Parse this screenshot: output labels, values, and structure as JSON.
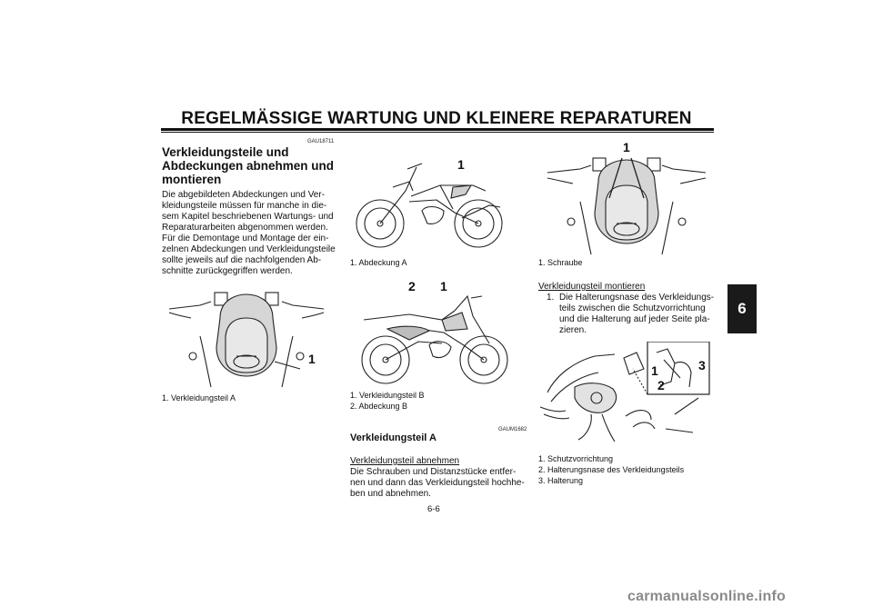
{
  "header": {
    "title": "REGELMÄSSIGE WARTUNG UND KLEINERE REPARATUREN"
  },
  "chapter_tab": "6",
  "page_number": "6-6",
  "watermark": "carmanualsonline.info",
  "left_column": {
    "code": "GAU18711",
    "heading_lines": [
      "Verkleidungsteile und",
      "Abdeckungen abnehmen und",
      "montieren"
    ],
    "body_lines": [
      "Die abgebildeten Abdeckungen und Ver-",
      "kleidungsteile müssen für manche in die-",
      "sem Kapitel beschriebenen Wartungs- und",
      "Reparaturarbeiten abgenommen werden.",
      "Für die Demontage und Montage der ein-",
      "zelnen Abdeckungen und Verkleidungsteile",
      "sollte jeweils auf die nachfolgenden Ab-",
      "schnitte zurückgegriffen werden."
    ],
    "figure_label": "1",
    "caption": "1.  Verkleidungsteil A"
  },
  "middle_column": {
    "figure1_label": "1",
    "figure1_caption": "1.  Abdeckung A",
    "figure2_labels": [
      "2",
      "1"
    ],
    "figure2_captions": [
      "1.  Verkleidungsteil B",
      "2.  Abdeckung B"
    ],
    "code": "GAUM1682",
    "subheading": "Verkleidungsteil A",
    "procedure_title": "Verkleidungsteil abnehmen",
    "body_lines": [
      "Die Schrauben und Distanzstücke entfer-",
      "nen und dann das Verkleidungsteil hochhe-",
      "ben und abnehmen."
    ]
  },
  "right_column": {
    "figure1_label": "1",
    "figure1_caption": "1.  Schraube",
    "procedure_title": "Verkleidungsteil montieren",
    "step_number": "1.",
    "step_lines": [
      "Die Halterungsnase des Verkleidungs-",
      "teils zwischen die Schutzvorrichtung",
      "und die Halterung auf jeder Seite pla-",
      "zieren."
    ],
    "figure2_labels": [
      "1",
      "3",
      "2"
    ],
    "figure2_captions": [
      "1.  Schutzvorrichtung",
      "2.  Halterungsnase des Verkleidungsteils",
      "3.  Halterung"
    ]
  }
}
